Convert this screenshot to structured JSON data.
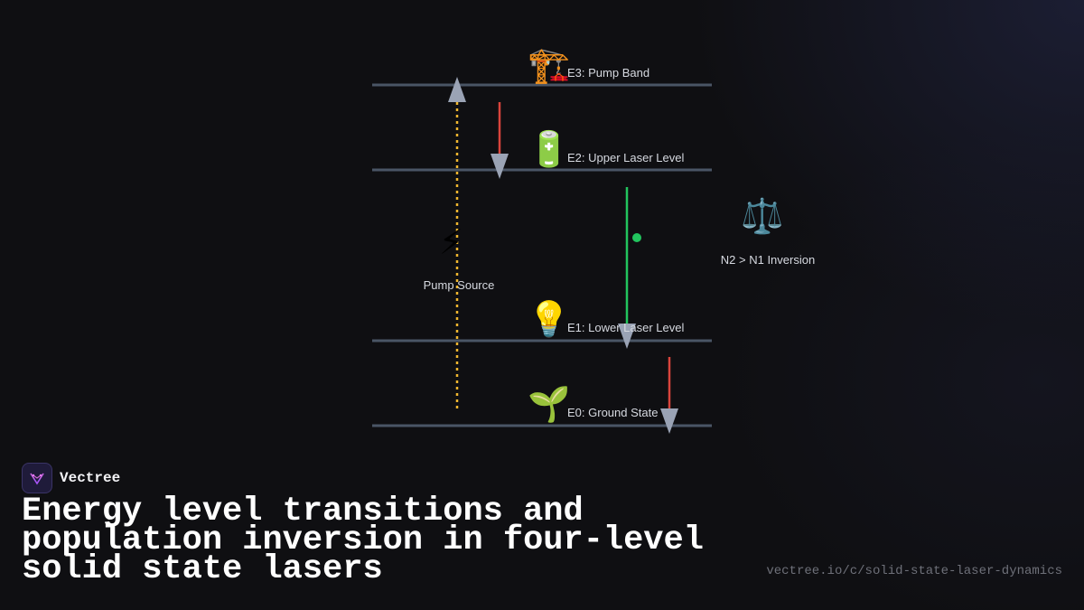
{
  "levels": [
    {
      "id": "e3",
      "label": "E3: Pump Band",
      "icon": "crane-icon",
      "glyph": "🏗️"
    },
    {
      "id": "e2",
      "label": "E2: Upper Laser Level",
      "icon": "battery-icon",
      "glyph": "🔋"
    },
    {
      "id": "e1",
      "label": "E1: Lower Laser Level",
      "icon": "lightbulb-icon",
      "glyph": "💡"
    },
    {
      "id": "e0",
      "label": "E0: Ground State",
      "icon": "seedling-icon",
      "glyph": "🌱"
    }
  ],
  "pump": {
    "label": "Pump Source",
    "icon": "lightning-icon",
    "glyph": "⚡"
  },
  "inversion": {
    "label": "N2 > N1 Inversion",
    "icon": "balance-scale-icon",
    "glyph": "⚖️"
  },
  "colors": {
    "level_line": "#4a5565",
    "pump_arrow": "#f0b72f",
    "nonradiative_arrow": "#d9443c",
    "laser_arrow": "#22c55e",
    "arrow_head": "#9aa3b5"
  },
  "brand": {
    "name": "Vectree"
  },
  "title": "Energy level transitions and population inversion in four-level solid state lasers",
  "url": "vectree.io/c/solid-state-laser-dynamics"
}
